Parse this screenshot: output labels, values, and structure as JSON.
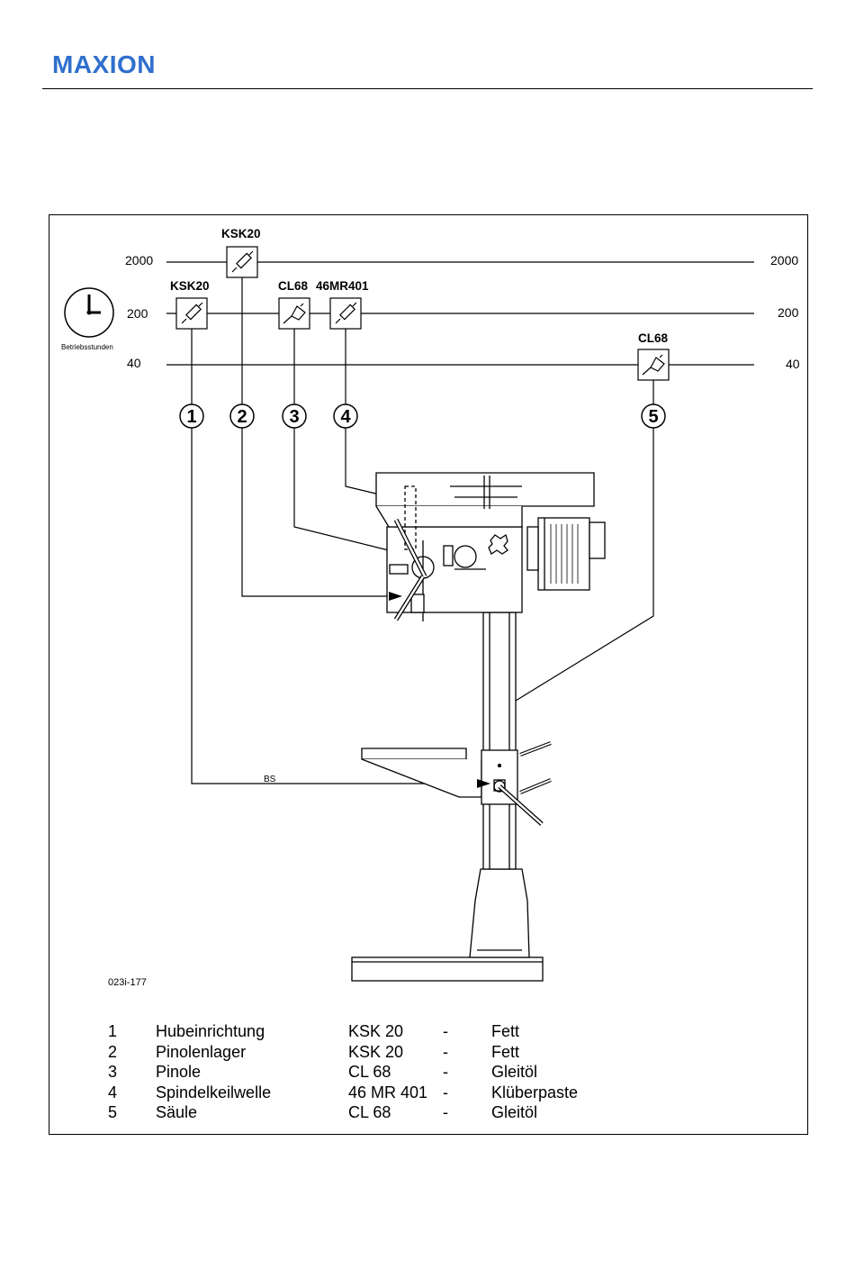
{
  "header": {
    "logo_text": "MAXION",
    "logo_color": "#2f6fce"
  },
  "diagram": {
    "frame_color": "#000000",
    "intervals": {
      "i2000": "2000",
      "i200": "200",
      "i40": "40"
    },
    "clock_label": "Betriebsstunden",
    "clock_icon": "clock-icon",
    "lubricants": {
      "ksk20_top": "KSK20",
      "ksk20_left": "KSK20",
      "cl68": "CL68",
      "mr401": "46MR401",
      "cl68_right": "CL68"
    },
    "points": [
      "1",
      "2",
      "3",
      "4",
      "5"
    ],
    "part_label": "BS",
    "figure_code": "023i-177"
  },
  "legend": [
    {
      "num": "1",
      "name": "Hubeinrichtung",
      "lubricant": "KSK 20",
      "dash": "-",
      "type": "Fett"
    },
    {
      "num": "2",
      "name": "Pinolenlager",
      "lubricant": "KSK 20",
      "dash": "-",
      "type": "Fett"
    },
    {
      "num": "3",
      "name": "Pinole",
      "lubricant": "CL 68",
      "dash": "-",
      "type": "Gleitöl"
    },
    {
      "num": "4",
      "name": "Spindelkeilwelle",
      "lubricant": "46 MR 401",
      "dash": "-",
      "type": "Klüberpaste"
    },
    {
      "num": "5",
      "name": "Säule",
      "lubricant": "CL 68",
      "dash": "-",
      "type": "Gleitöl"
    }
  ]
}
